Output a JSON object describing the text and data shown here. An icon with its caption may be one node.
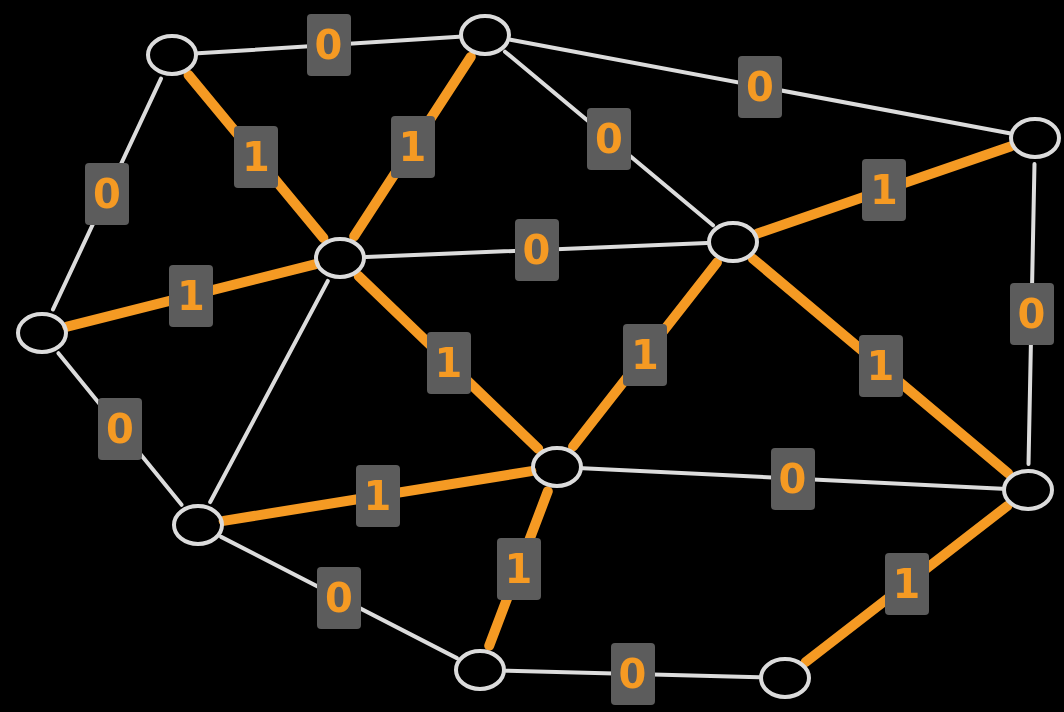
{
  "diagram": {
    "nodes": [
      {
        "text": [],
        "shape": "circle"
      },
      {
        "text": [],
        "shape": "circle"
      },
      {
        "text": [],
        "shape": "circle"
      },
      {
        "text": [],
        "shape": "circle"
      },
      {
        "text": [],
        "shape": "circle"
      },
      {
        "text": [],
        "shape": "circle"
      },
      {
        "text": [],
        "shape": "circle"
      },
      {
        "text": [],
        "shape": "circle"
      },
      {
        "text": [],
        "shape": "circle"
      },
      {
        "text": [],
        "shape": "circle"
      },
      {
        "text": [],
        "shape": "circle"
      }
    ],
    "edges": [
      {
        "from": 0,
        "to": 1,
        "arrow": "none",
        "label": "0"
      },
      {
        "from": 0,
        "to": 3,
        "arrow": "none",
        "label": "0"
      },
      {
        "from": 0,
        "to": 4,
        "arrow": "none",
        "label": "1",
        "style": "thick",
        "color": "#f59a23"
      },
      {
        "from": 1,
        "to": 4,
        "arrow": "none",
        "label": "1",
        "style": "thick",
        "color": "#f59a23"
      },
      {
        "from": 1,
        "to": 5,
        "arrow": "none",
        "label": "0"
      },
      {
        "from": 1,
        "to": 2,
        "arrow": "none",
        "label": "0"
      },
      {
        "from": 2,
        "to": 5,
        "arrow": "none",
        "label": "1",
        "style": "thick",
        "color": "#f59a23"
      },
      {
        "from": 2,
        "to": 7,
        "arrow": "none",
        "label": "0"
      },
      {
        "from": 3,
        "to": 4,
        "arrow": "none",
        "label": "1",
        "style": "thick",
        "color": "#f59a23"
      },
      {
        "from": 3,
        "to": 8,
        "arrow": "none",
        "label": "0"
      },
      {
        "from": 4,
        "to": 5,
        "arrow": "none",
        "label": "0"
      },
      {
        "from": 4,
        "to": 6,
        "arrow": "none",
        "label": "1",
        "style": "thick",
        "color": "#f59a23"
      },
      {
        "from": 4,
        "to": 8,
        "arrow": "none"
      },
      {
        "from": 5,
        "to": 6,
        "arrow": "none",
        "label": "1",
        "style": "thick",
        "color": "#f59a23"
      },
      {
        "from": 5,
        "to": 7,
        "arrow": "none",
        "label": "1",
        "style": "thick",
        "color": "#f59a23"
      },
      {
        "from": 6,
        "to": 7,
        "arrow": "none",
        "label": "0"
      },
      {
        "from": 6,
        "to": 8,
        "arrow": "none",
        "label": "1",
        "style": "thick",
        "color": "#f59a23"
      },
      {
        "from": 6,
        "to": 9,
        "arrow": "none",
        "label": "1",
        "style": "thick",
        "color": "#f59a23"
      },
      {
        "from": 8,
        "to": 9,
        "arrow": "none",
        "label": "0"
      },
      {
        "from": 9,
        "to": 10,
        "arrow": "none",
        "label": "0"
      },
      {
        "from": 10,
        "to": 7,
        "arrow": "none",
        "label": "1",
        "style": "thick",
        "color": "#f59a23"
      }
    ]
  }
}
